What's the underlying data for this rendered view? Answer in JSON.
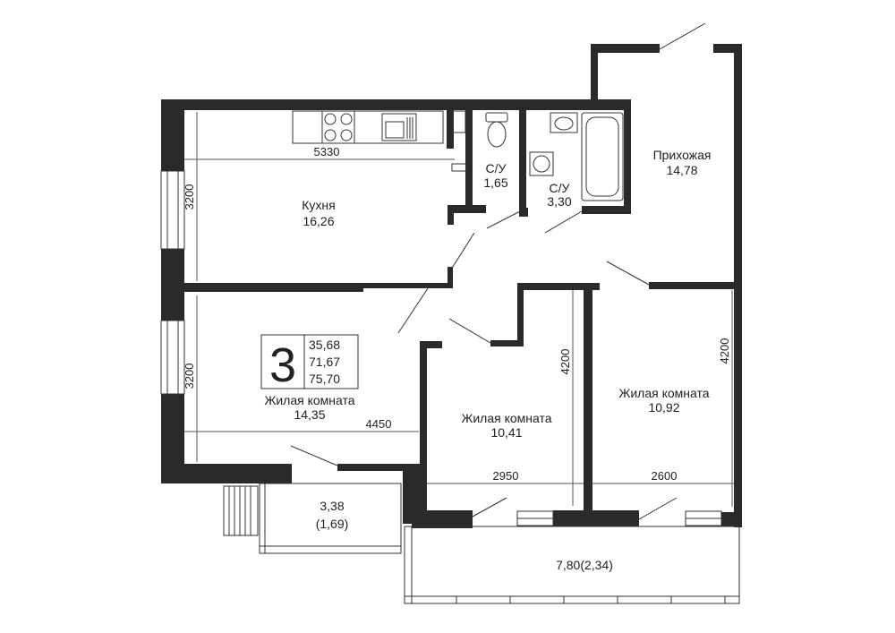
{
  "colors": {
    "wall": "#2a2a2a",
    "line": "#333333",
    "dim": "#555555",
    "background": "#ffffff"
  },
  "rooms": {
    "kitchen": {
      "name": "Кухня",
      "area": "16,26"
    },
    "bath_small": {
      "name": "С/У",
      "area": "1,65"
    },
    "bath_large": {
      "name": "С/У",
      "area": "3,30"
    },
    "hallway": {
      "name": "Прихожая",
      "area": "14,78"
    },
    "living_1": {
      "name": "Жилая комната",
      "area": "14,35"
    },
    "living_2": {
      "name": "Жилая комната",
      "area": "10,41"
    },
    "living_3": {
      "name": "Жилая комната",
      "area": "10,92"
    },
    "balcony_small": {
      "area": "3,38",
      "area_coef": "(1,69)"
    },
    "balcony_large": {
      "area": "7,80(2,34)"
    }
  },
  "dimensions": {
    "kitchen_width": "5330",
    "kitchen_depth": "3200",
    "living1_depth": "3200",
    "living1_width": "4450",
    "living2_depth": "4200",
    "living2_width": "2950",
    "living3_depth": "4200",
    "living3_width": "2600"
  },
  "badge": {
    "rooms_count": "3",
    "living_area": "35,68",
    "total_area": "71,67",
    "total_area_full": "75,70"
  }
}
